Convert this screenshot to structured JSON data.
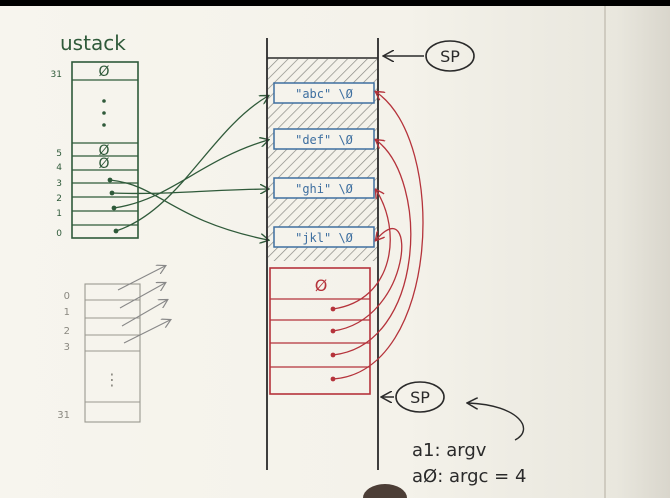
{
  "ustack": {
    "title": "ustack",
    "top_index_label": "31",
    "top_value": "Ø",
    "row5_label": "5",
    "row5_value": "Ø",
    "row4_label": "4",
    "row4_value": "Ø",
    "row3_label": "3",
    "row2_label": "2",
    "row1_label": "1",
    "row0_label": "0"
  },
  "argv_array": {
    "index_0": "0",
    "index_1": "1",
    "index_2": "2",
    "index_3": "3",
    "index_31": "31",
    "ellipsis": "⋮"
  },
  "kernel_stack": {
    "strings": [
      "\"abc\" \\Ø",
      "\"def\" \\Ø",
      "\"ghi\" \\Ø",
      "\"jkl\" \\Ø"
    ],
    "argv_terminator": "Ø",
    "sp_top": "SP",
    "sp_bottom": "SP"
  },
  "registers": {
    "a1_line": "a1: argv",
    "a0_line": "aØ: argc = 4"
  },
  "colors": {
    "ink_green": "#2f5a3a",
    "ink_blue": "#3e6fa0",
    "ink_red": "#b5333b",
    "ink_dark": "#2a2a2a",
    "hatch": "#7a7a74",
    "paper": "#f5f3ec"
  }
}
